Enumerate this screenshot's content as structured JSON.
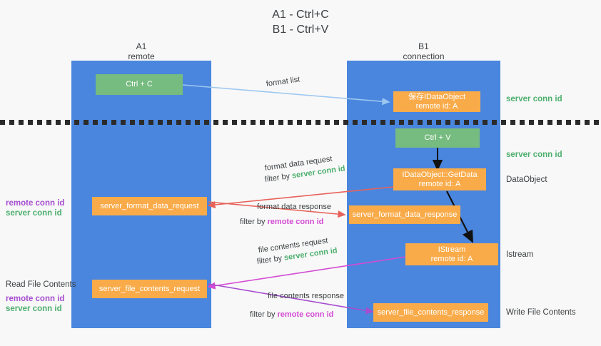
{
  "title": "A1 - Ctrl+C\nB1 - Ctrl+V",
  "columns": [
    {
      "name": "A1",
      "sub": "remote"
    },
    {
      "name": "B1",
      "sub": "connection"
    }
  ],
  "nodes": {
    "ctrl_c": {
      "line1": "Ctrl + C",
      "line2": ""
    },
    "ctrl_v": {
      "line1": "Ctrl + V",
      "line2": ""
    },
    "save_dataobject": {
      "line1": "保存IDataObject",
      "line2": "remote id: A"
    },
    "getdata": {
      "line1": "IDataObject::GetData",
      "line2": "remote id: A"
    },
    "istream": {
      "line1": "IStream",
      "line2": "remote id: A"
    },
    "server_format_data_request": {
      "line1": "server_format_data_request"
    },
    "server_format_data_response": {
      "line1": "server_format_data_response"
    },
    "server_file_contents_request": {
      "line1": "server_file_contents_request"
    },
    "server_file_contents_response": {
      "line1": "server_file_contents_response"
    }
  },
  "right_annotations": {
    "server_conn_id_top": "server conn id",
    "server_conn_id_mid": "server conn id",
    "dataobject": "DataObject",
    "istream": "Istream",
    "write_file_contents": "Write File Contents"
  },
  "left_annotations": {
    "remote_conn_id_1": "remote conn id",
    "server_conn_id_1": "server conn id",
    "read_file_contents": "Read File Contents",
    "remote_conn_id_2": "remote conn id",
    "server_conn_id_2": "server conn id"
  },
  "edges": {
    "format_list": "format list",
    "format_data_request": "format data request",
    "format_data_request_filter_prefix": "filter by ",
    "format_data_request_filter_value": "server conn id",
    "format_data_response": "format data response",
    "format_data_response_filter_prefix": "filter by ",
    "format_data_response_filter_value": "remote conn id",
    "file_contents_request": "file contents request",
    "file_contents_request_filter_prefix": "filter by ",
    "file_contents_request_filter_value": "server conn id",
    "file_contents_response": "file contents response",
    "file_contents_response_filter_prefix": "filter by ",
    "file_contents_response_filter_value": "remote conn id"
  },
  "colors": {
    "lane": "#4a86dd",
    "green_node": "#76bb7f",
    "orange_node": "#f9ab4a",
    "server_conn_id": "#4caf6d",
    "remote_conn_id": "#a64dd0",
    "arrow_lightblue": "#9cc7f0",
    "arrow_red": "#e8625a",
    "arrow_magenta": "#d44bd4",
    "arrow_purple": "#a64dd0",
    "arrow_black": "#111111"
  }
}
